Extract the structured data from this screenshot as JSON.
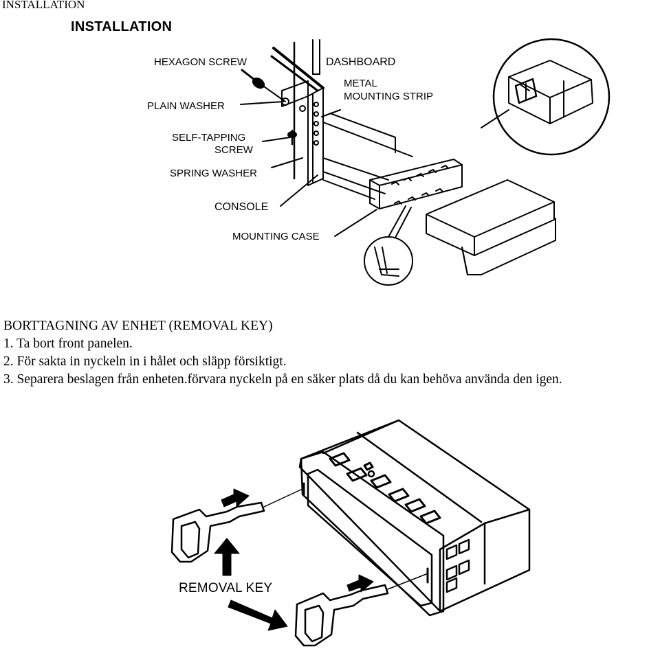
{
  "header": {
    "title": "INSTALLATION"
  },
  "figure_install": {
    "title": "INSTALLATION",
    "labels": {
      "hexagon_screw": "HEXAGON SCREW",
      "dashboard": "DASHBOARD",
      "metal_strip_1": "METAL",
      "metal_strip_2": "MOUNTING STRIP",
      "plain_washer": "PLAIN WASHER",
      "self_tapping_1": "SELF-TAPPING",
      "self_tapping_2": "SCREW",
      "spring_washer": "SPRING WASHER",
      "console": "CONSOLE",
      "mounting_case": "MOUNTING CASE"
    }
  },
  "instructions": {
    "heading": "BORTTAGNING AV ENHET (REMOVAL KEY)",
    "steps": [
      "1. Ta bort front panelen.",
      "2. För sakta in nyckeln in i hålet och släpp försiktigt.",
      "3. Separera beslagen från enheten.förvara nyckeln på en säker plats då du kan behöva använda den igen."
    ]
  },
  "figure_removal": {
    "label": "REMOVAL KEY"
  }
}
